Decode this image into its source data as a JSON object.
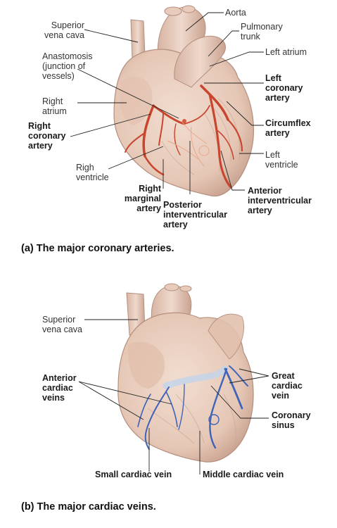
{
  "panel_a": {
    "caption": "(a) The major coronary arteries.",
    "labels": {
      "aorta": "Aorta",
      "superior_vena_cava": "Superior\nvena cava",
      "pulmonary_trunk": "Pulmonary\ntrunk",
      "left_atrium": "Left atrium",
      "anastomosis": "Anastomosis\n(junction of\nvessels)",
      "left_coronary_artery": "Left\ncoronary\nartery",
      "right_atrium": "Right\natrium",
      "right_coronary_artery": "Right\ncoronary\nartery",
      "circumflex_artery": "Circumflex\nartery",
      "left_ventricle": "Left\nventricle",
      "right_ventricle": "Righ\nventricle",
      "right_marginal_artery": "Right\nmarginal\nartery",
      "posterior_interventricular_artery": "Posterior\ninterventricular\nartery",
      "anterior_interventricular_artery": "Anterior\ninterventricular\nartery"
    }
  },
  "panel_b": {
    "caption": "(b) The major cardiac veins.",
    "labels": {
      "superior_vena_cava": "Superior\nvena cava",
      "anterior_cardiac_veins": "Anterior\ncardiac\nveins",
      "great_cardiac_vein": "Great\ncardiac\nvein",
      "coronary_sinus": "Coronary\nsinus",
      "small_cardiac_vein": "Small cardiac vein",
      "middle_cardiac_vein": "Middle cardiac vein"
    }
  },
  "colors": {
    "heart_fill": "#e9cfc0",
    "heart_shade": "#caa695",
    "artery": "#c8452e",
    "vein": "#3f63b8",
    "leader_line": "#222222"
  }
}
